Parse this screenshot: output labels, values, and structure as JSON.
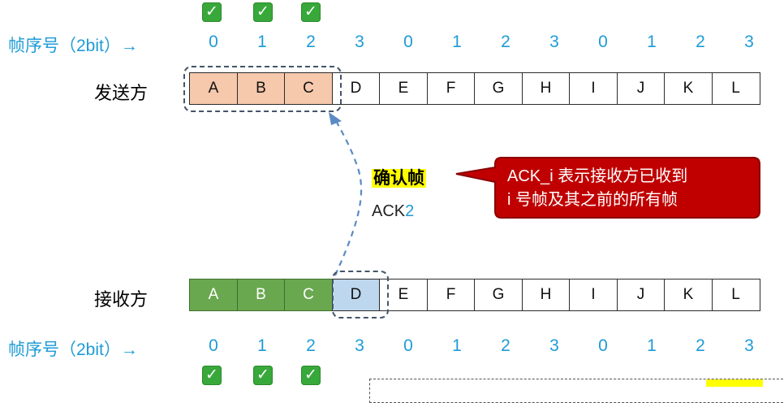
{
  "seq_label": "帧序号（2bit）→",
  "seq_numbers": [
    "0",
    "1",
    "2",
    "3",
    "0",
    "1",
    "2",
    "3",
    "0",
    "1",
    "2",
    "3"
  ],
  "check_glyph": "✓",
  "sender": {
    "label": "发送方",
    "frames": [
      "A",
      "B",
      "C",
      "D",
      "E",
      "F",
      "G",
      "H",
      "I",
      "J",
      "K",
      "L"
    ]
  },
  "receiver": {
    "label": "接收方",
    "frames": [
      "A",
      "B",
      "C",
      "D",
      "E",
      "F",
      "G",
      "H",
      "I",
      "J",
      "K",
      "L"
    ]
  },
  "ack": {
    "title": "确认帧",
    "prefix": "ACK",
    "number": "2"
  },
  "callout": {
    "line1": "ACK_i 表示接收方已收到",
    "line2": "i 号帧及其之前的所有帧"
  },
  "colors": {
    "sent": "#f6c8ac",
    "received": "#6aa84f",
    "expected": "#bdd7ee",
    "seq": "#1e9bd7",
    "callout": "#c00000",
    "highlight": "#ffff00"
  }
}
